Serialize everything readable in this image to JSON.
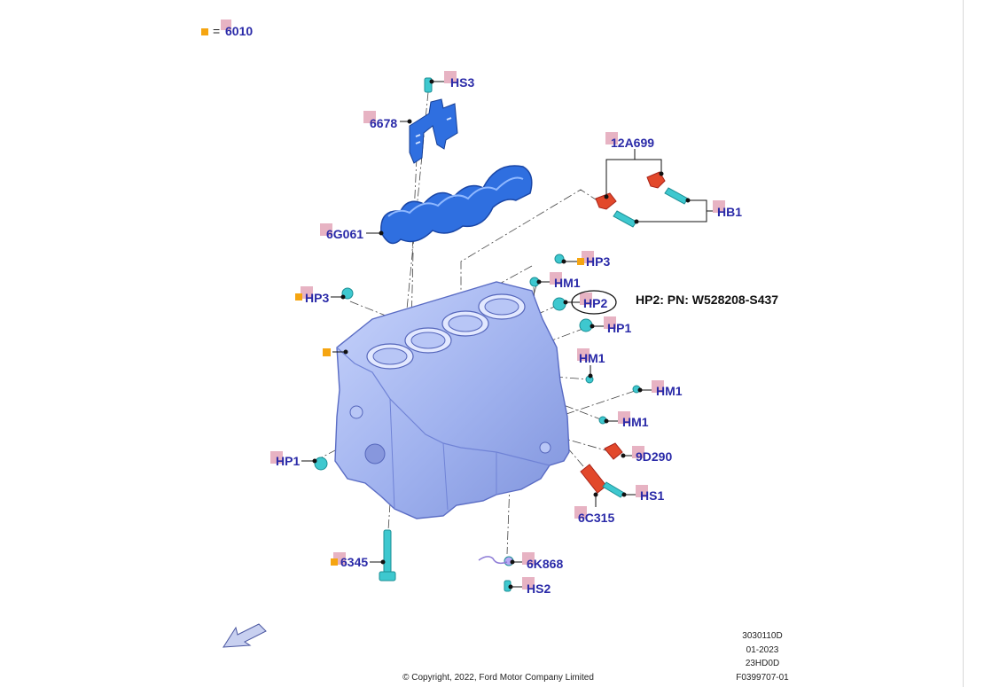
{
  "legend": {
    "equals": "=",
    "code": "6010"
  },
  "callouts": {
    "hs3": "HS3",
    "p6678": "6678",
    "p6g061": "6G061",
    "p12a699": "12A699",
    "hb1": "HB1",
    "hp3_top": "HP3",
    "hm1_a": "HM1",
    "hp2": "HP2",
    "hp1_right": "HP1",
    "hm1_b": "HM1",
    "hm1_c": "HM1",
    "hm1_d": "HM1",
    "p9d290": "9D290",
    "hs1": "HS1",
    "p6c315": "6C315",
    "hp3_left": "HP3",
    "hp1_left": "HP1",
    "p6345": "6345",
    "p6k868": "6K868",
    "hs2": "HS2"
  },
  "note": {
    "text": "HP2: PN: W528208-S437"
  },
  "footer": {
    "copyright": "© Copyright, 2022, Ford Motor Company Limited",
    "codes": [
      "3030110D",
      "01-2023",
      "23HD0D",
      "F0399707-01"
    ]
  },
  "colors": {
    "callout_text": "#2a2aa8",
    "marker_pink": "#e7b3c3",
    "marker_orange": "#f5a511",
    "block_blue": "#a8b8f2",
    "cover_blue": "#2f6fe0",
    "fastener_cyan": "#3ec8cf",
    "sensor_red": "#e2482b"
  }
}
